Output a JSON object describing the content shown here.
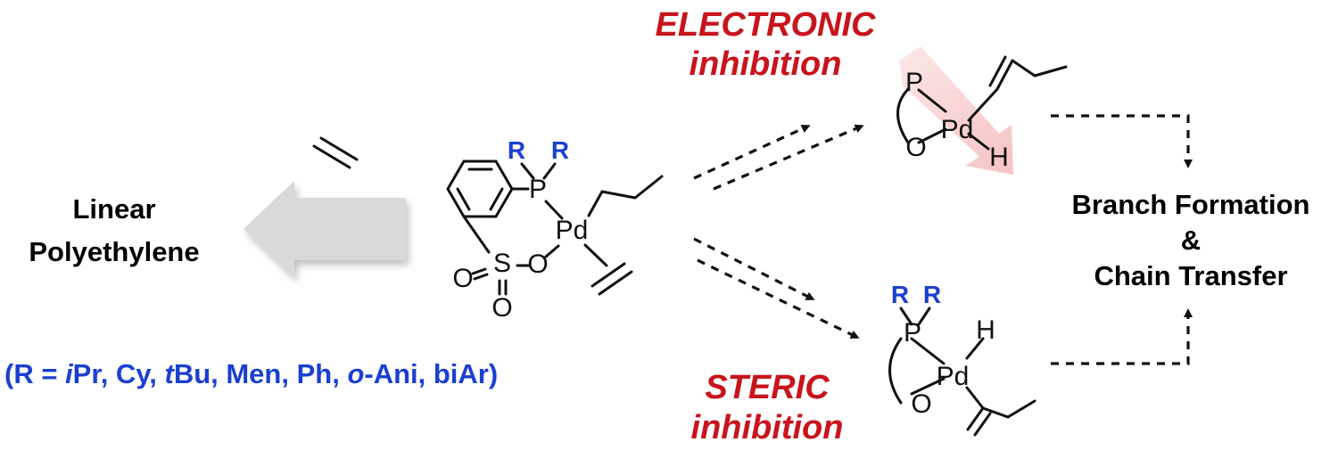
{
  "product": {
    "line1": "Linear",
    "line2": "Polyethylene"
  },
  "r_groups": {
    "prefix": "(R = ",
    "iPr_i": "i",
    "iPr_rest": "Pr, Cy, ",
    "tBu_t": "t",
    "tBu_rest": "Bu, Men, Ph, ",
    "oAni_o": "o",
    "oAni_rest": "-Ani, biAr)"
  },
  "labels": {
    "electronic": "ELECTRONIC",
    "electronic_sub": "inhibition",
    "steric": "STERIC",
    "steric_sub": "inhibition"
  },
  "outcome": {
    "line1": "Branch Formation",
    "line2": "&",
    "line3": "Chain Transfer"
  },
  "atoms": {
    "P": "P",
    "Pd": "Pd",
    "O": "O",
    "S": "S",
    "H": "H",
    "R": "R"
  },
  "colors": {
    "r_group": "#1a3fd1",
    "inhibition": "#c8141c",
    "reverse_arrow": "#d8d8d8",
    "electronic_arrow": "#f7c9c9"
  }
}
